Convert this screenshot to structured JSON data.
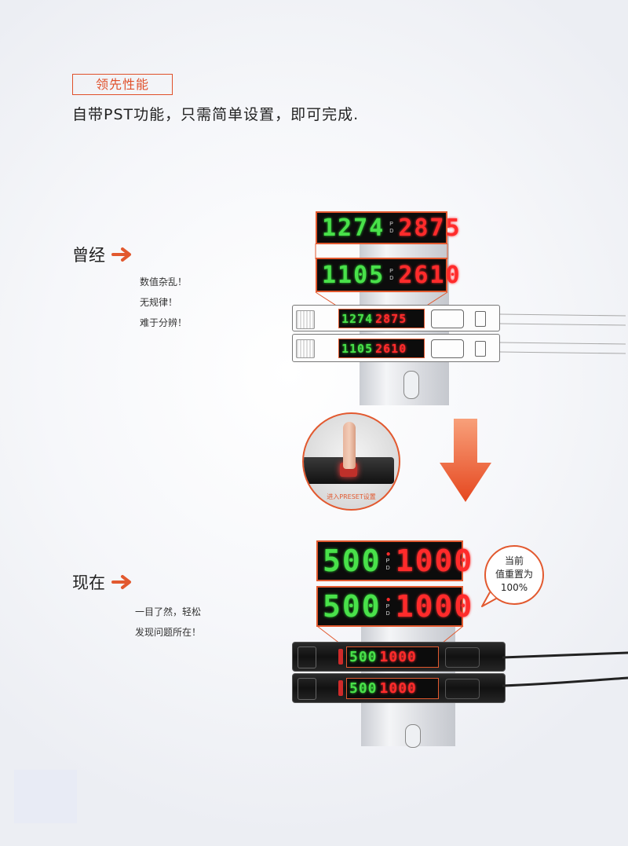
{
  "header": {
    "tag": "领先性能",
    "headline": "自带PST功能，只需简单设置，即可完成."
  },
  "before": {
    "title": "曾经",
    "notes": [
      "数值杂乱！",
      "无规律！",
      "难于分辨！"
    ],
    "display_top": {
      "left": "1274",
      "right": "2875"
    },
    "display_bottom": {
      "left": "1105",
      "right": "2610"
    }
  },
  "transition": {
    "caption": "进入PRESET设置",
    "accent_color": "#e2592f"
  },
  "after": {
    "title": "现在",
    "notes": [
      "一目了然，轻松",
      "发现问题所在！"
    ],
    "bubble_lines": [
      "当前",
      "值重置为",
      "100%"
    ],
    "display_top": {
      "left": "500",
      "right": "1000"
    },
    "display_bottom": {
      "left": "500",
      "right": "1000"
    }
  },
  "icons": {
    "section_arrow": "arrow-right-icon",
    "down_arrow": "arrow-down-icon"
  },
  "pd_labels": {
    "p": "P",
    "d": "D"
  }
}
